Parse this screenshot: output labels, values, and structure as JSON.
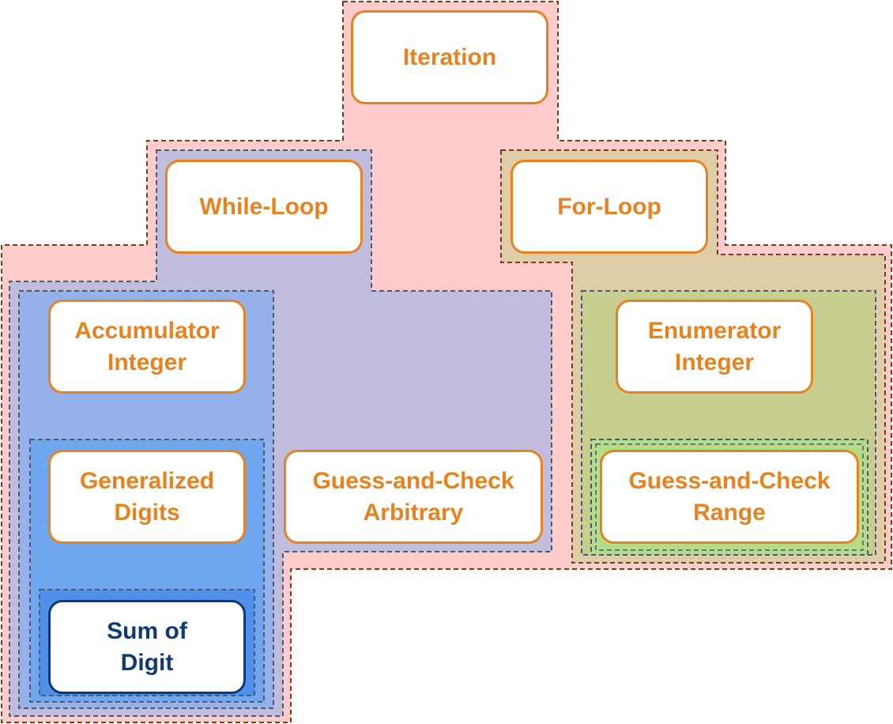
{
  "colors": {
    "iteration_region": "#ffcccc",
    "while_region": "#c0bcdc",
    "accumulator_region": "#94b1ea",
    "generalized_region": "#6fa6ee",
    "sum_region": "#4f91ea",
    "for_region": "#dfcda8",
    "enumerator_region": "#c8cf8e",
    "range_region": "#b5dc88",
    "region_border": "#7a3c1a",
    "inner_border": "#4a5a70",
    "node_text": "#e8821e",
    "highlight_text": "#0d3a73"
  },
  "nodes": {
    "iteration": "Iteration",
    "while_loop": "While-Loop",
    "for_loop": "For-Loop",
    "accumulator_integer": "Accumulator\nInteger",
    "enumerator_integer": "Enumerator\nInteger",
    "generalized_digits": "Generalized\nDigits",
    "guess_check_arbitrary": "Guess-and-Check\nArbitrary",
    "guess_check_range": "Guess-and-Check\nRange",
    "sum_of_digit": "Sum of\nDigit"
  }
}
